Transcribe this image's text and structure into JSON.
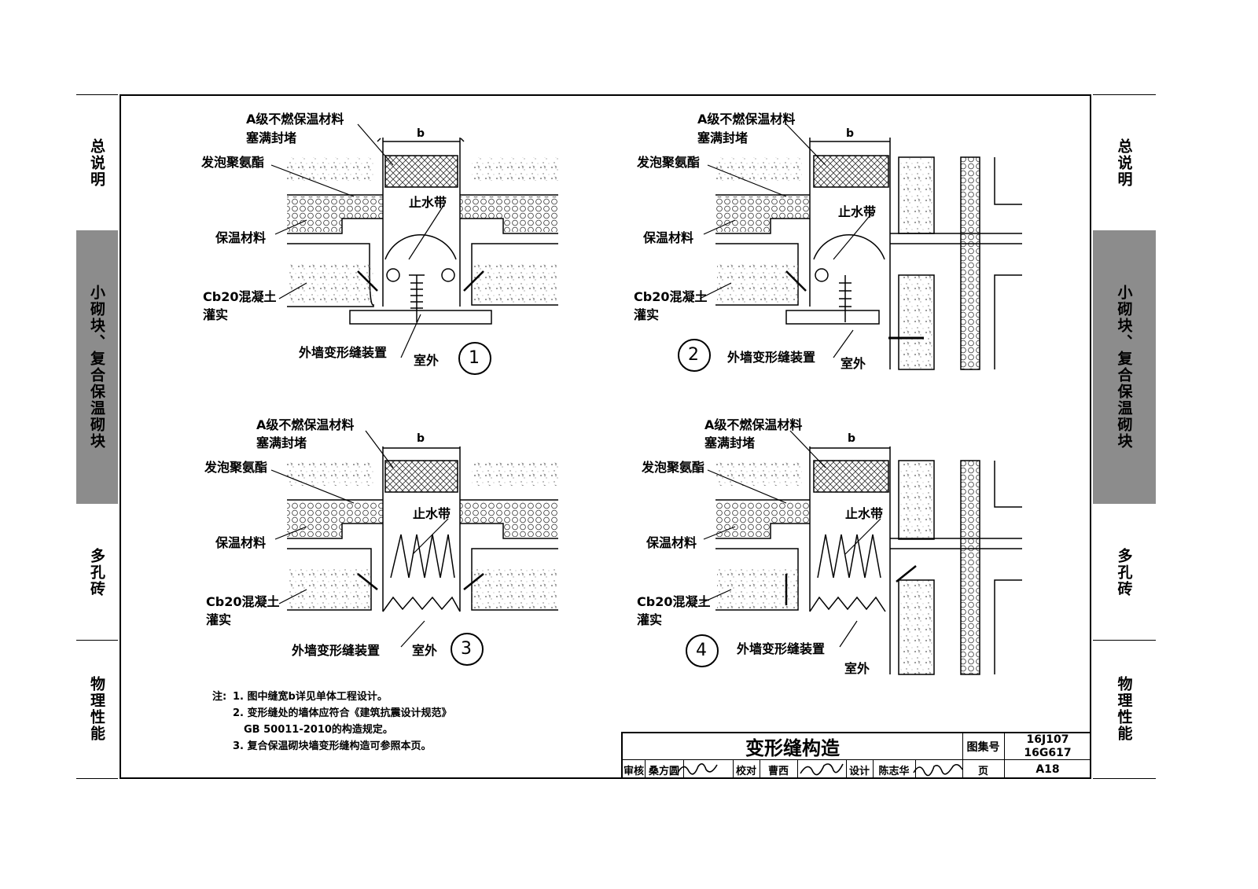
{
  "side_tabs": {
    "left": [
      "总说明",
      "小砌块、复合保温砌块",
      "多孔砖",
      "物理性能"
    ],
    "right": [
      "总说明",
      "小砌块、复合保温砌块",
      "多孔砖",
      "物理性能"
    ],
    "active_index": 1
  },
  "labels": {
    "grade_a_l1": "A级不燃保温材料",
    "grade_a_l2": "塞满封堵",
    "foam": "发泡聚氨酯",
    "waterstop": "止水带",
    "insulation": "保温材料",
    "concrete_l1": "Cb20混凝土",
    "concrete_l2": "灌实",
    "device": "外墙变形缝装置",
    "outdoor": "室外",
    "width": "b"
  },
  "details": [
    "1",
    "2",
    "3",
    "4"
  ],
  "notes": {
    "prefix": "注:",
    "items": [
      "1. 图中缝宽b详见单体工程设计。",
      "2. 变形缝处的墙体应符合《建筑抗震设计规范》",
      "GB 50011-2010的构造规定。",
      "3. 复合保温砌块墙变形缝构造可参照本页。"
    ]
  },
  "title_block": {
    "title": "变形缝构造",
    "atlas_label": "图集号",
    "atlas_no_1": "16J107",
    "atlas_no_2": "16G617",
    "review_label": "审核",
    "reviewer": "桑方圆",
    "check_label": "校对",
    "checker": "曹西",
    "design_label": "设计",
    "designer": "陈志华",
    "page_label": "页",
    "page_no": "A18"
  }
}
